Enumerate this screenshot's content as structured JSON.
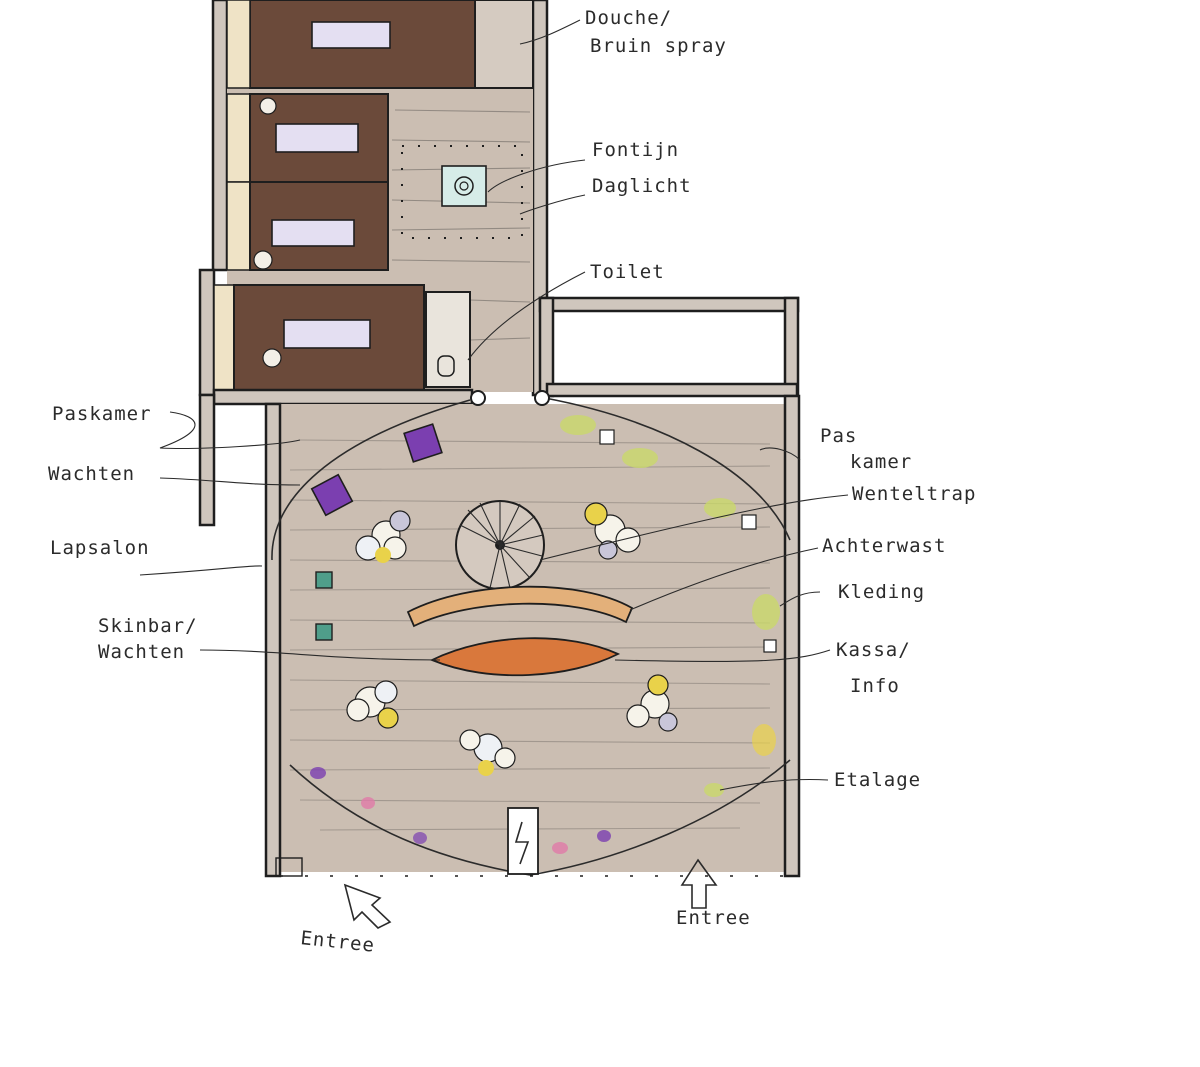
{
  "labels": {
    "douche": "Douche/",
    "bruin_spray": "Bruin spray",
    "fontijn": "Fontijn",
    "daglicht": "Daglicht",
    "toilet": "Toilet",
    "paskamer_left": "Paskamer",
    "wachten_left": "Wachten",
    "lapsalon": "Lapsalon",
    "skinbar": "Skinbar/",
    "skinbar_wachten": "Wachten",
    "paskamer_right_1": "Pas",
    "paskamer_right_2": "kamer",
    "wenteltrap": "Wenteltrap",
    "achterwast": "Achterwast",
    "kleding": "Kleding",
    "kassa": "Kassa/",
    "info": "Info",
    "etalage": "Etalage",
    "entree_left": "Entree",
    "entree_right": "Entree"
  },
  "colors": {
    "floor": "#cbbeb2",
    "cabin": "#6b4a3a",
    "bed": "#e4dff2",
    "purple_chair": "#7b3fb0",
    "teal_chair": "#4f9e8a",
    "counter_orange": "#d9783c",
    "yellow_accent": "#e9d24a",
    "green_accent": "#c9d86a"
  }
}
